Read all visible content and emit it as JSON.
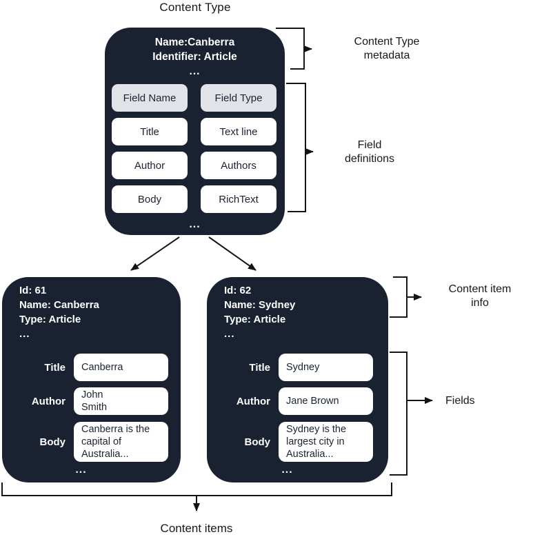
{
  "title": "Content Type",
  "colors": {
    "box_dark": "#1a2232",
    "pill_white": "#ffffff",
    "pill_gray": "#e2e3e9",
    "line": "#141414"
  },
  "content_type_box": {
    "metadata_lines": [
      "Name:Canberra",
      "Identifier: Article",
      "..."
    ],
    "field_rows": [
      {
        "name": "Field Name",
        "type": "Field Type"
      },
      {
        "name": "Title",
        "type": "Text line"
      },
      {
        "name": "Author",
        "type": "Authors"
      },
      {
        "name": "Body",
        "type": "RichText"
      }
    ],
    "ellipsis": "..."
  },
  "annotations": {
    "content_type_metadata": {
      "line1": "Content Type",
      "line2": "metadata"
    },
    "field_definitions": {
      "line1": "Field",
      "line2": "definitions"
    },
    "content_item_info": {
      "line1": "Content item",
      "line2": "info"
    },
    "fields": "Fields",
    "content_items": "Content items"
  },
  "items": [
    {
      "info_lines": [
        "Id: 61",
        "Name: Canberra",
        "Type: Article",
        "..."
      ],
      "fields": [
        {
          "label": "Title",
          "value": "Canberra"
        },
        {
          "label": "Author",
          "value": "John\nSmith"
        },
        {
          "label": "Body",
          "value": "Canberra is the\ncapital of\nAustralia..."
        }
      ],
      "ellipsis": "..."
    },
    {
      "info_lines": [
        "Id: 62",
        "Name: Sydney",
        "Type: Article",
        "..."
      ],
      "fields": [
        {
          "label": "Title",
          "value": "Sydney"
        },
        {
          "label": "Author",
          "value": "Jane Brown"
        },
        {
          "label": "Body",
          "value": "Sydney is the\nlargest city in\nAustralia..."
        }
      ],
      "ellipsis": "..."
    }
  ]
}
